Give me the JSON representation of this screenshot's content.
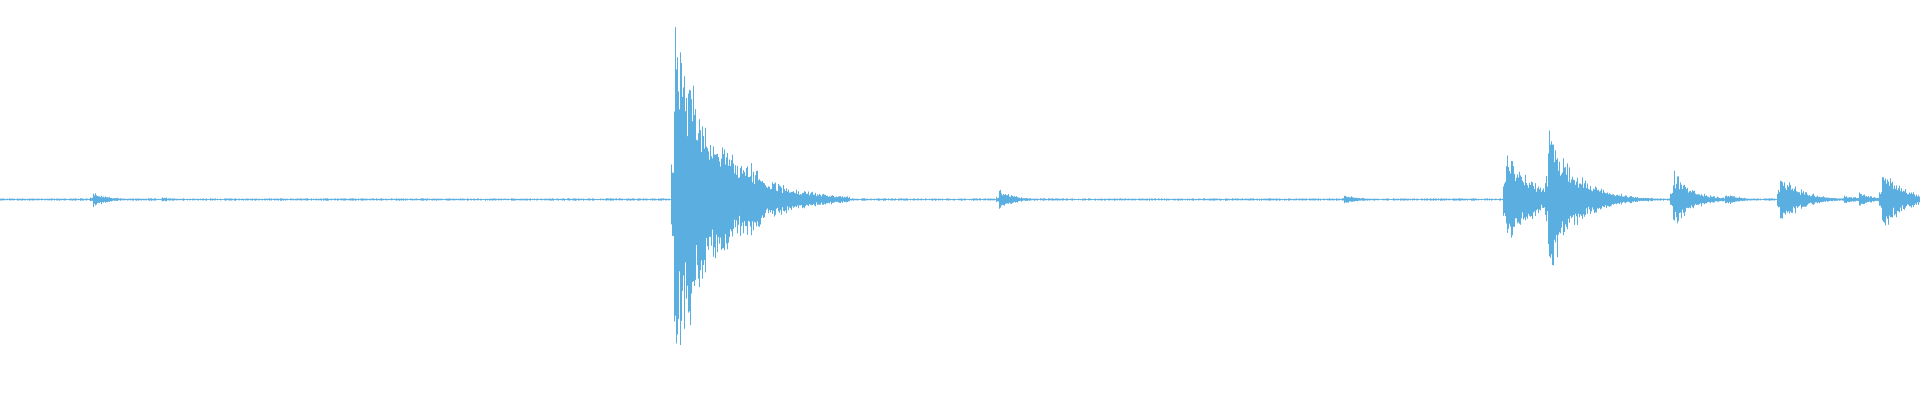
{
  "waveform": {
    "color": "#5aaee0",
    "background": "#ffffff",
    "center_line_color": "#5aaee0",
    "peaks": [
      {
        "t": 0.048,
        "amp": 0.05
      },
      {
        "t": 0.084,
        "amp": 0.015
      },
      {
        "t": 0.2,
        "amp": 0.006
      },
      {
        "t": 0.3,
        "amp": 0.006
      },
      {
        "t": 0.351,
        "amp": 1.0
      },
      {
        "t": 0.354,
        "amp": 0.35
      },
      {
        "t": 0.358,
        "amp": 0.25
      },
      {
        "t": 0.362,
        "amp": 0.15
      },
      {
        "t": 0.366,
        "amp": 0.12
      },
      {
        "t": 0.371,
        "amp": 0.39
      },
      {
        "t": 0.375,
        "amp": 0.12
      },
      {
        "t": 0.389,
        "amp": 0.28
      },
      {
        "t": 0.395,
        "amp": 0.06
      },
      {
        "t": 0.52,
        "amp": 0.06
      },
      {
        "t": 0.66,
        "amp": 0.01
      },
      {
        "t": 0.7,
        "amp": 0.03
      },
      {
        "t": 0.784,
        "amp": 0.33
      },
      {
        "t": 0.787,
        "amp": 0.15
      },
      {
        "t": 0.793,
        "amp": 0.08
      },
      {
        "t": 0.806,
        "amp": 0.45
      },
      {
        "t": 0.81,
        "amp": 0.22
      },
      {
        "t": 0.815,
        "amp": 0.1
      },
      {
        "t": 0.82,
        "amp": 0.04
      },
      {
        "t": 0.871,
        "amp": 0.18
      },
      {
        "t": 0.876,
        "amp": 0.03
      },
      {
        "t": 0.898,
        "amp": 0.04
      },
      {
        "t": 0.927,
        "amp": 0.18
      },
      {
        "t": 0.932,
        "amp": 0.04
      },
      {
        "t": 0.96,
        "amp": 0.03
      },
      {
        "t": 0.968,
        "amp": 0.04
      },
      {
        "t": 0.98,
        "amp": 0.2
      },
      {
        "t": 0.985,
        "amp": 0.08
      },
      {
        "t": 0.99,
        "amp": 0.05
      },
      {
        "t": 0.995,
        "amp": 0.03
      }
    ]
  }
}
